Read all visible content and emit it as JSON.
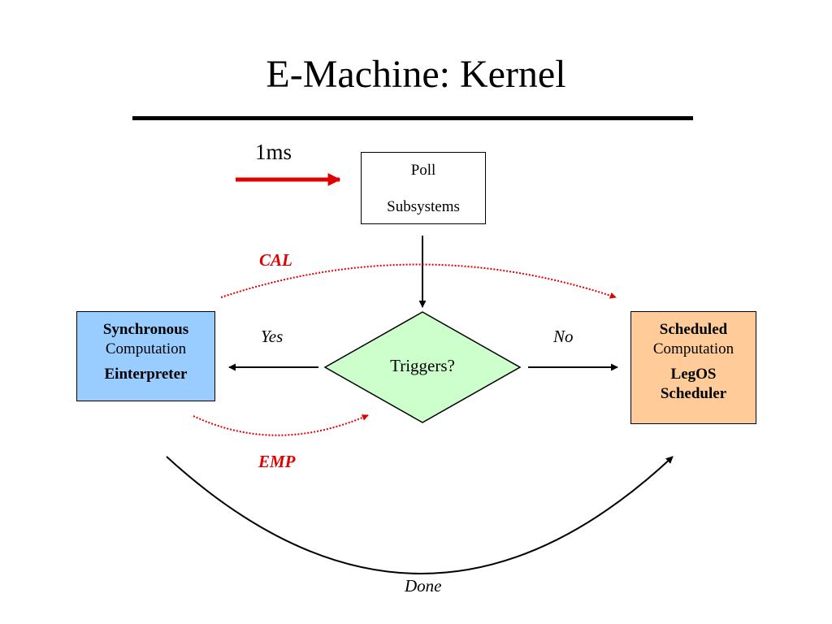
{
  "slide": {
    "title": "E-Machine: Kernel",
    "interval_label": "1ms",
    "cal_label": "CAL",
    "emp_label": "EMP",
    "yes_label": "Yes",
    "no_label": "No",
    "done_label": "Done"
  },
  "poll_box": {
    "line1": "Poll",
    "line2": "Subsystems"
  },
  "decision": {
    "label": "Triggers?"
  },
  "sync_box": {
    "heading": "Synchronous",
    "subheading": "Computation",
    "engine": "Einterpreter"
  },
  "sched_box": {
    "heading": "Scheduled",
    "subheading": "Computation",
    "engine_line1": "LegOS",
    "engine_line2": "Scheduler"
  },
  "colors": {
    "accent_red": "#e00000",
    "sync_fill": "#99ccff",
    "sched_fill": "#ffcc99",
    "decision_fill": "#ccffcc"
  }
}
